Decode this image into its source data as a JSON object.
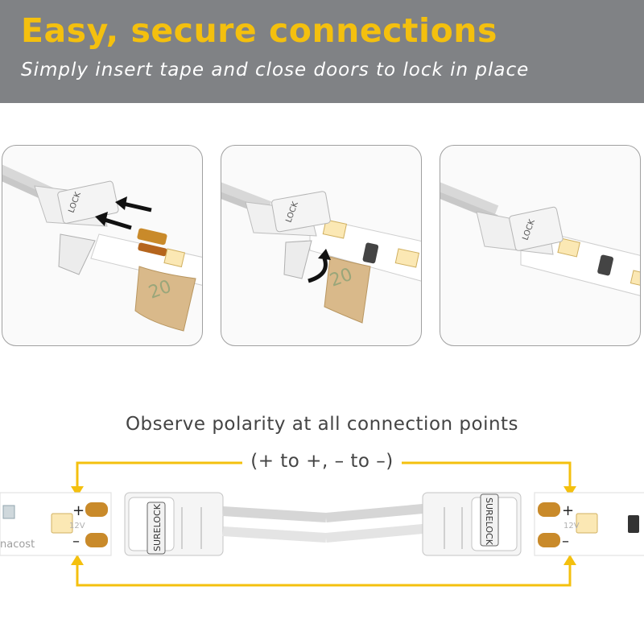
{
  "header": {
    "title": "Easy, secure connections",
    "subtitle": "Simply insert tape and close doors to lock in place"
  },
  "colors": {
    "accent_yellow": "#f4c00e",
    "banner_gray": "#808285",
    "copper": "#c98a2a",
    "led_warm": "#fbe8b4"
  },
  "panels": [
    {
      "label": "step-insert",
      "icons": [
        "arrow-left-icon",
        "arrow-left-icon"
      ]
    },
    {
      "label": "step-close",
      "icons": [
        "curved-arrow-icon"
      ]
    },
    {
      "label": "step-locked",
      "icons": []
    }
  ],
  "diagram": {
    "caption": "Observe polarity at all connection points",
    "polarity_rule": "(+ to +, – to –)",
    "plus_sign": "+",
    "minus_sign": "–",
    "voltage_label": "12V",
    "brand_fragment": "nacost",
    "connector_brand": "SURELOCK"
  }
}
